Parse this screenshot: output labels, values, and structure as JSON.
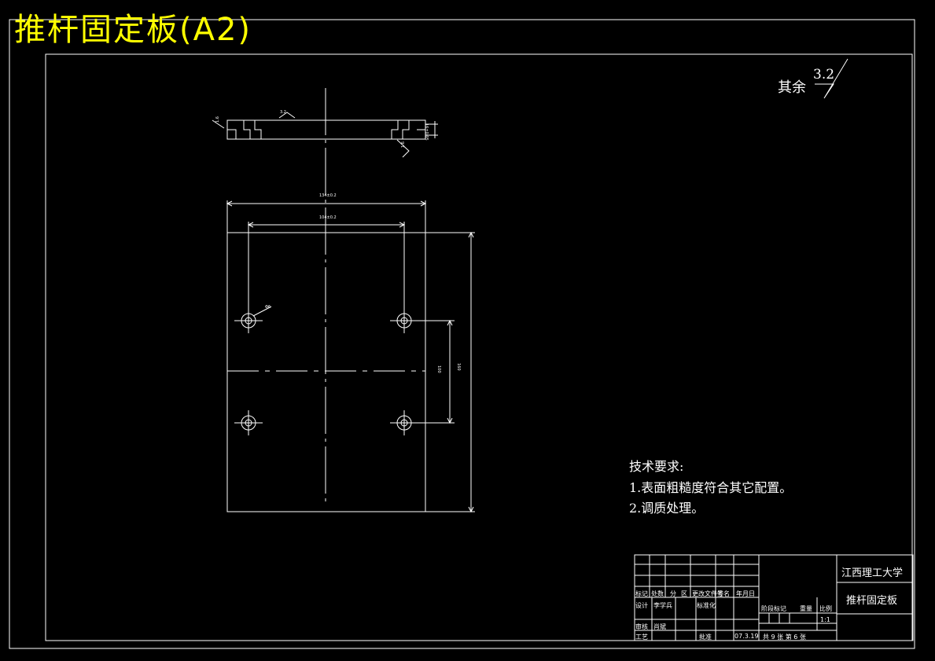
{
  "sheet": {
    "title": "推杆固定板(A2)"
  },
  "roughness": {
    "label": "其余",
    "value": "3.2"
  },
  "requirements": {
    "heading": "技术要求:",
    "items": [
      "1.表面粗糙度符合其它配置。",
      "2.调质处理。"
    ]
  },
  "title_block": {
    "university": "江西理工大学",
    "part_name": "推杆固定板",
    "row_labels": [
      "标记",
      "处数",
      "分",
      "区",
      "更改文件号",
      "签名",
      "年月日"
    ],
    "design_label": "设计",
    "designer": "李学兵",
    "standard_label": "标准化",
    "review_label": "审核",
    "review_value": "肖斌",
    "process_label": "工艺",
    "approve_label": "批准",
    "date": "07.3.19",
    "stage_labels": [
      "阶段标记",
      "重量",
      "比例"
    ],
    "scale": "1:1",
    "sheet_info": "共 9 张  第 6 张"
  },
  "dimensions": {
    "overall_width": "134±0.2",
    "hole_spacing_x": "104±0.2",
    "height_outer": "160",
    "height_inner": "100",
    "hole_dia": "Φ6",
    "roughness_top": "3.2",
    "roughness_left": "1.6",
    "roughness_bottom": "1.6",
    "thickness": "16±0.05"
  }
}
